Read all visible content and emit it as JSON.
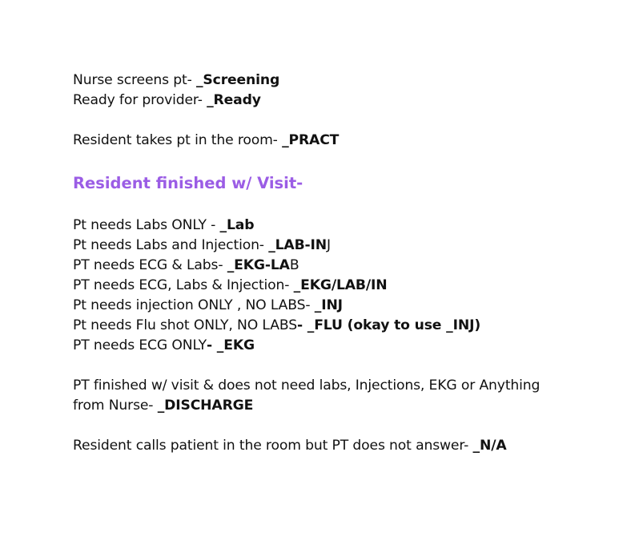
{
  "colors": {
    "text": "#111111",
    "heading": "#9b5de5",
    "background": "#ffffff"
  },
  "lines": {
    "screening": {
      "text": "Nurse screens pt- ",
      "code": "_Screening"
    },
    "ready": {
      "text": "Ready for provider- ",
      "code": "_Ready"
    },
    "pract": {
      "text": "Resident takes pt in the room- ",
      "code": "_PRACT"
    },
    "heading": "Resident finished w/ Visit-",
    "lab": {
      "text": "Pt needs Labs ONLY - ",
      "code": "_Lab"
    },
    "lab_inj": {
      "text": "Pt needs Labs and Injection- ",
      "code": "_LAB-IN",
      "suffix": "J"
    },
    "ekg_lab": {
      "text": "PT needs ECG & Labs- ",
      "code": "_EKG-LA",
      "suffix": "B"
    },
    "ekg_lab_in": {
      "text": "PT needs ECG, Labs & Injection- ",
      "code": "_EKG/LAB/IN"
    },
    "inj": {
      "text": "Pt needs injection ONLY , NO LABS- ",
      "code": "_INJ"
    },
    "flu": {
      "text": "Pt needs Flu shot ONLY, NO LABS",
      "code": "- _FLU (okay to use _INJ)"
    },
    "ekg": {
      "text": "PT needs ECG ONLY",
      "code": "- _EKG"
    },
    "discharge": {
      "text": "PT finished w/ visit & does not need labs, Injections, EKG or Anything from Nurse- ",
      "code": "_DISCHARGE"
    },
    "na": {
      "text": "Resident calls patient in the room but PT does not answer- ",
      "code": "_N/A"
    }
  }
}
